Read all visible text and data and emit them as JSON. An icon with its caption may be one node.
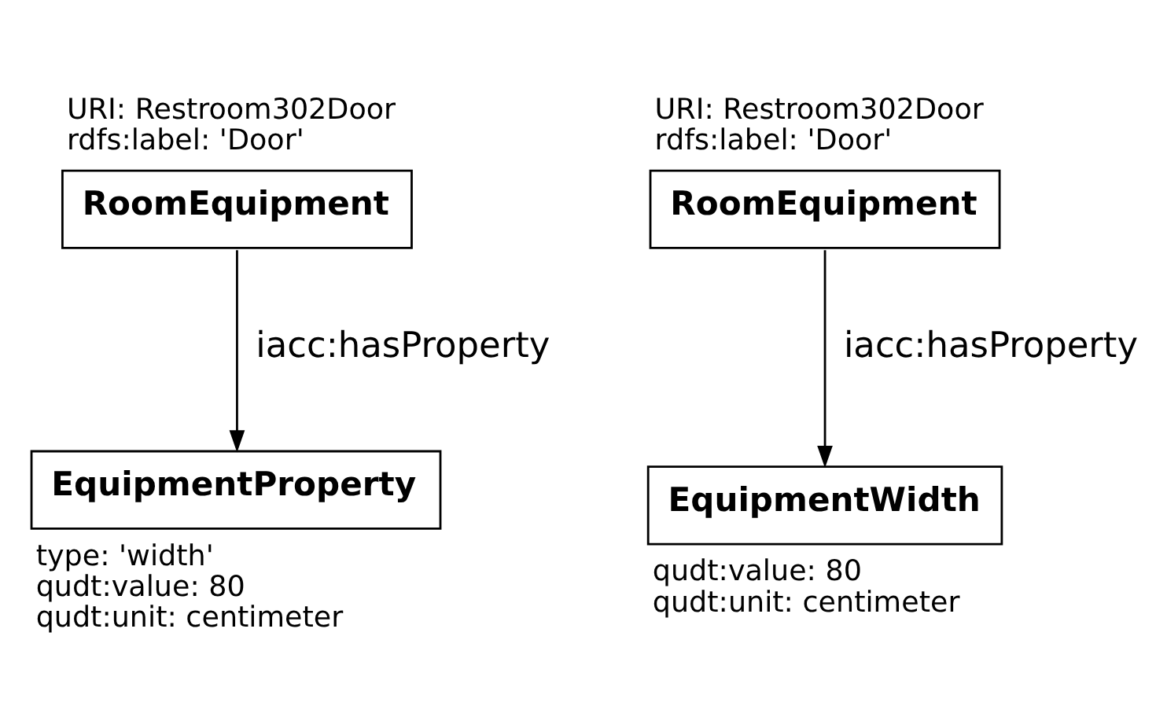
{
  "diagram": {
    "nodes": [
      {
        "text": [
          "RoomEquipment"
        ],
        "beside": [
          "URI: Restroom302Door",
          "rdfs:label: 'Door'"
        ]
      },
      {
        "text": [
          "EquipmentProperty"
        ],
        "beside": [
          "type: 'width'",
          "qudt:value: 80",
          "qudt:unit: centimeter"
        ]
      },
      {
        "text": [
          "RoomEquipment"
        ],
        "beside": [
          "URI: Restroom302Door",
          "rdfs:label: 'Door'"
        ]
      },
      {
        "text": [
          "EquipmentWidth"
        ],
        "beside": [
          "qudt:value: 80",
          "qudt:unit: centimeter"
        ]
      }
    ],
    "edges": [
      {
        "from": 0,
        "to": 1,
        "arrow": "to",
        "label": "iacc:hasProperty"
      },
      {
        "from": 2,
        "to": 3,
        "arrow": "to",
        "label": "iacc:hasProperty"
      }
    ]
  }
}
